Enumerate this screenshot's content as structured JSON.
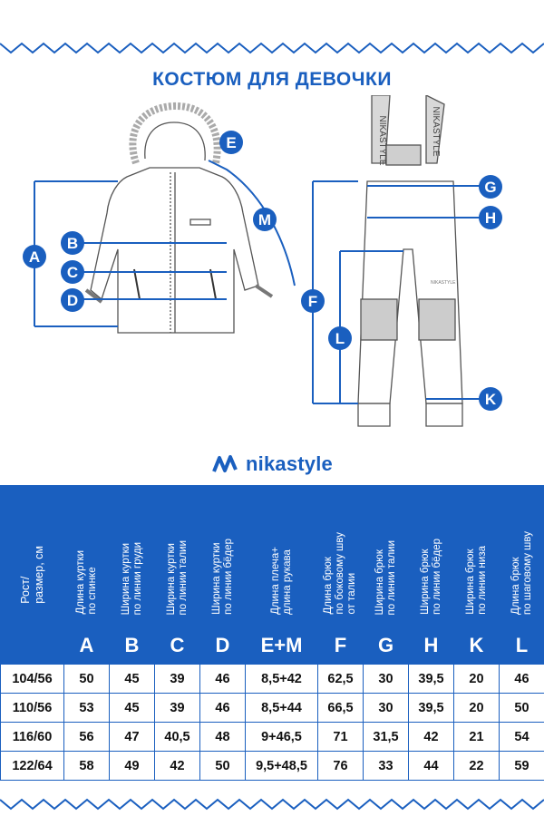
{
  "title": "КОСТЮМ ДЛЯ ДЕВОЧКИ",
  "brand": {
    "name": "nikastyle"
  },
  "colors": {
    "accent": "#1a5fbf",
    "text": "#111111",
    "background": "#ffffff"
  },
  "markers": {
    "jacket": [
      "A",
      "B",
      "C",
      "D",
      "E",
      "M"
    ],
    "pants": [
      "G",
      "H",
      "F",
      "L",
      "K"
    ]
  },
  "strap_print": [
    "NIKASTYLE",
    "NIKASTYLE"
  ],
  "pants_tag": "NIKASTYLE",
  "table": {
    "first_header": [
      "Рост/",
      "размер, см"
    ],
    "columns": [
      {
        "letter": "A",
        "lines": [
          "Длина куртки",
          "по спинке"
        ]
      },
      {
        "letter": "B",
        "lines": [
          "Ширина куртки",
          "по линии груди"
        ]
      },
      {
        "letter": "C",
        "lines": [
          "Ширина куртки",
          "по линии талии"
        ]
      },
      {
        "letter": "D",
        "lines": [
          "Ширина куртки",
          "по линии бёдер"
        ]
      },
      {
        "letter": "E+M",
        "lines": [
          "Длина плеча+",
          "длина рукава"
        ]
      },
      {
        "letter": "F",
        "lines": [
          "Длина брюк",
          "по боковому шву",
          "от талии"
        ]
      },
      {
        "letter": "G",
        "lines": [
          "Ширина брюк",
          "по линии талии"
        ]
      },
      {
        "letter": "H",
        "lines": [
          "Ширина брюк",
          "по линии бёдер"
        ]
      },
      {
        "letter": "K",
        "lines": [
          "Ширина брюк",
          "по линии низа"
        ]
      },
      {
        "letter": "L",
        "lines": [
          "Длина брюк",
          "по шаговому шву"
        ]
      }
    ],
    "rows": [
      {
        "size": "104/56",
        "values": [
          "50",
          "45",
          "39",
          "46",
          "8,5+42",
          "62,5",
          "30",
          "39,5",
          "20",
          "46"
        ]
      },
      {
        "size": "110/56",
        "values": [
          "53",
          "45",
          "39",
          "46",
          "8,5+44",
          "66,5",
          "30",
          "39,5",
          "20",
          "50"
        ]
      },
      {
        "size": "116/60",
        "values": [
          "56",
          "47",
          "40,5",
          "48",
          "9+46,5",
          "71",
          "31,5",
          "42",
          "21",
          "54"
        ]
      },
      {
        "size": "122/64",
        "values": [
          "58",
          "49",
          "42",
          "50",
          "9,5+48,5",
          "76",
          "33",
          "44",
          "22",
          "59"
        ]
      }
    ]
  }
}
